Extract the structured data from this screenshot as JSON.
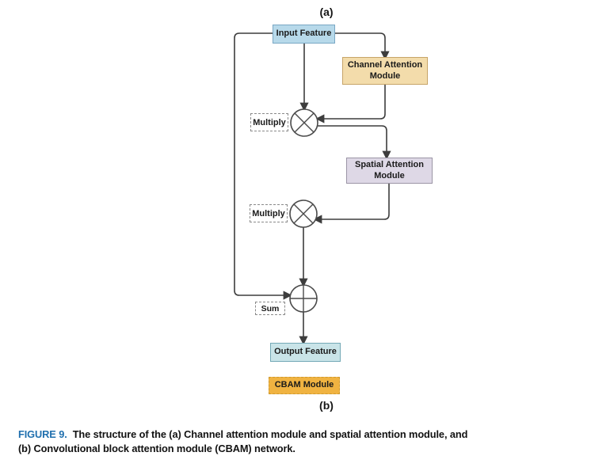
{
  "diagram": {
    "panel_a_label": "(a)",
    "panel_b_label": "(b)",
    "nodes": {
      "input_feature": {
        "label": "Input Feature"
      },
      "channel_attention": {
        "label": "Channel Attention Module"
      },
      "spatial_attention": {
        "label": "Spatial Attention Module"
      },
      "output_feature": {
        "label": "Output Feature"
      },
      "cbam_module": {
        "label": "CBAM Module"
      }
    },
    "operators": {
      "multiply_1": {
        "label": "Multiply",
        "symbol": "⊗"
      },
      "multiply_2": {
        "label": "Multiply",
        "symbol": "⊗"
      },
      "sum": {
        "label": "Sum",
        "symbol": "⊕"
      }
    },
    "edges": [
      {
        "from": "input_feature",
        "to": "multiply_1"
      },
      {
        "from": "input_feature",
        "to": "channel_attention"
      },
      {
        "from": "channel_attention",
        "to": "multiply_1"
      },
      {
        "from": "multiply_1",
        "to": "spatial_attention"
      },
      {
        "from": "spatial_attention",
        "to": "multiply_2"
      },
      {
        "from": "multiply_1",
        "to": "multiply_2"
      },
      {
        "from": "multiply_2",
        "to": "sum"
      },
      {
        "from": "input_feature",
        "to": "sum"
      },
      {
        "from": "sum",
        "to": "output_feature"
      }
    ]
  },
  "caption": {
    "label": "FIGURE 9.",
    "line1": "The structure of the (a) Channel attention module and spatial attention module, and",
    "line2": "(b) Convolutional block attention module (CBAM) network."
  },
  "colors": {
    "line": "#3d3d3d",
    "figure_label": "#1f6fae",
    "input_fill": "#b7d9ea",
    "input_border": "#79a7c4",
    "channel_fill": "#f3dcab",
    "channel_border": "#c7a468",
    "spatial_fill": "#ded8e6",
    "spatial_border": "#9b95a6",
    "output_fill": "#c9e4e8",
    "output_border": "#74a9b6",
    "cbam_fill": "#f0b341",
    "cbam_border": "#cf9a2f"
  }
}
